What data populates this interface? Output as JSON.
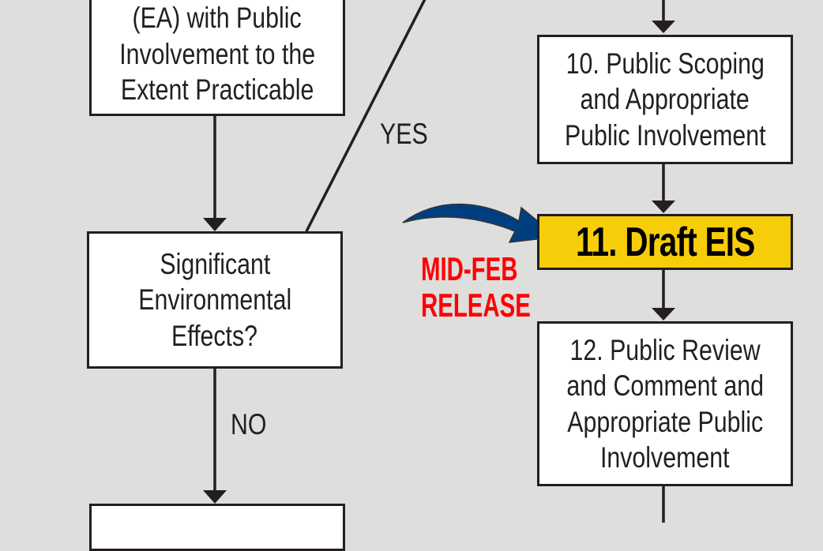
{
  "boxes": {
    "ea": {
      "lines": [
        "(EA) with Public",
        "Involvement to the",
        "Extent Practicable"
      ]
    },
    "significant": {
      "lines": [
        "Significant",
        "Environmental",
        "Effects?"
      ]
    },
    "scoping": {
      "lines": [
        "10. Public Scoping",
        "and Appropriate",
        "Public Involvement"
      ]
    },
    "draft_eis": {
      "label": "11. Draft EIS"
    },
    "review": {
      "lines": [
        "12. Public Review",
        "and Comment and",
        "Appropriate Public",
        "Involvement"
      ]
    }
  },
  "labels": {
    "yes": "YES",
    "no": "NO"
  },
  "callout": {
    "lines": [
      "MID-FEB",
      "RELEASE"
    ]
  },
  "colors": {
    "background": "#dededd",
    "highlight": "#f7cd0a",
    "callout_text": "#ff0000",
    "arrow": "#003f7f"
  }
}
